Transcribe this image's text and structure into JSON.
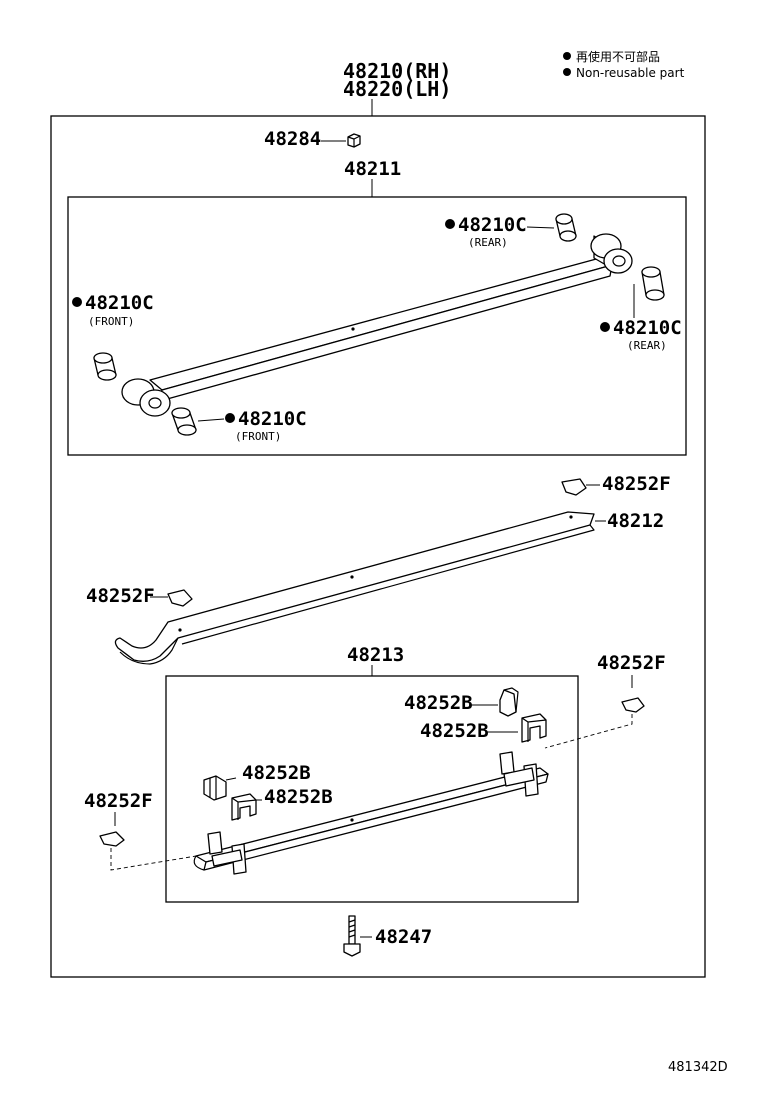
{
  "legend": {
    "jp": "再使用不可部品",
    "en": "Non-reusable part"
  },
  "assembly": {
    "rh": "48210(RH)",
    "lh": "48220(LH)"
  },
  "parts": {
    "p48284": "48284",
    "p48211": "48211",
    "c_rear_top": "48210C",
    "c_rear_top_sub": "(REAR)",
    "c_rear_right": "48210C",
    "c_rear_right_sub": "(REAR)",
    "c_front_left": "48210C",
    "c_front_left_sub": "(FRONT)",
    "c_front_bottom": "48210C",
    "c_front_bottom_sub": "(FRONT)",
    "f_top": "48252F",
    "p48212": "48212",
    "f_left": "48252F",
    "p48213": "48213",
    "f_right": "48252F",
    "b1": "48252B",
    "b2": "48252B",
    "b3": "48252B",
    "b4": "48252B",
    "f_bottom": "48252F",
    "p48247": "48247"
  },
  "diagram_code": "481342D"
}
